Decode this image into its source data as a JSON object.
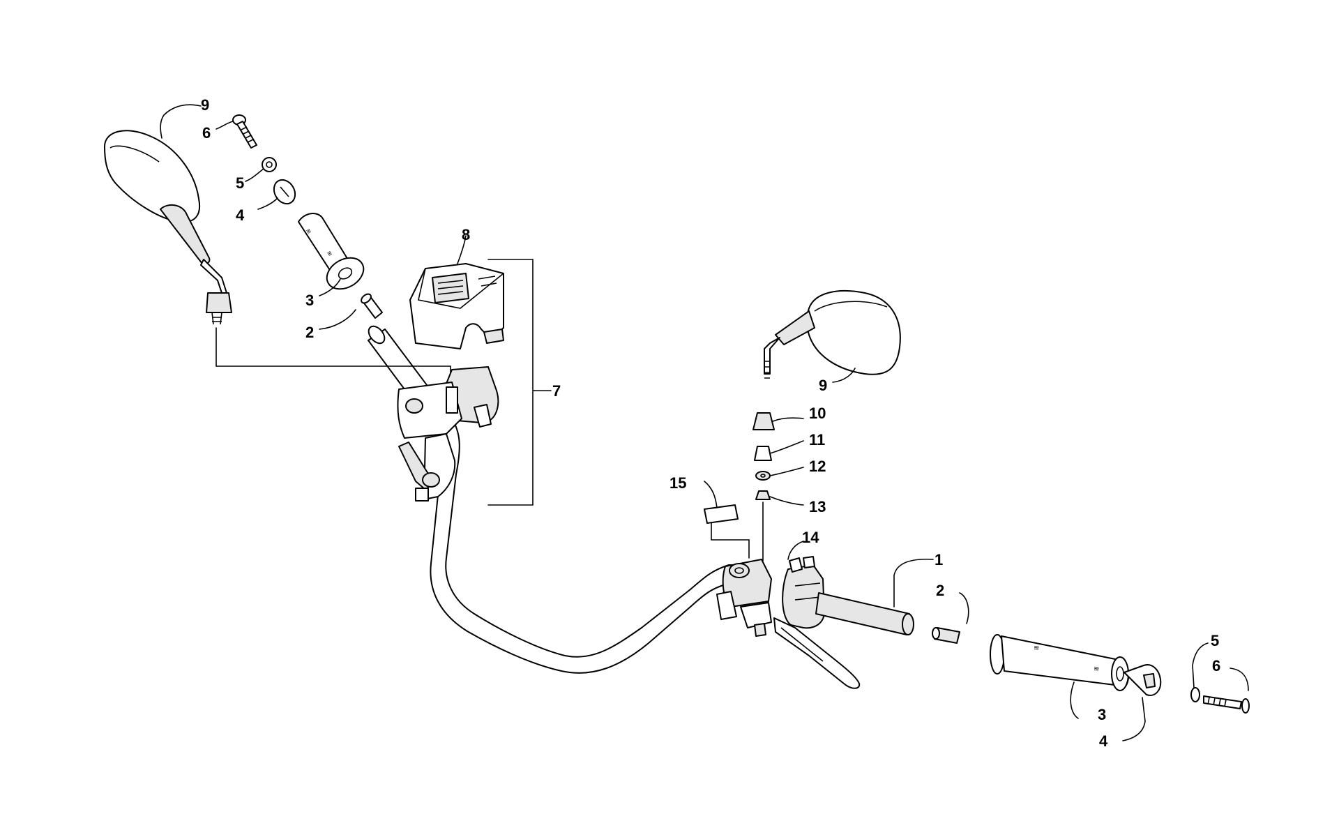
{
  "callouts": {
    "c1": "1",
    "c2_left": "2",
    "c2_right": "2",
    "c3_left": "3",
    "c3_right": "3",
    "c4_left": "4",
    "c4_right": "4",
    "c5_left": "5",
    "c5_right": "5",
    "c6_left": "6",
    "c6_right": "6",
    "c7": "7",
    "c8": "8",
    "c9_left": "9",
    "c9_right": "9",
    "c10": "10",
    "c11": "11",
    "c12": "12",
    "c13": "13",
    "c14": "14",
    "c15": "15"
  }
}
